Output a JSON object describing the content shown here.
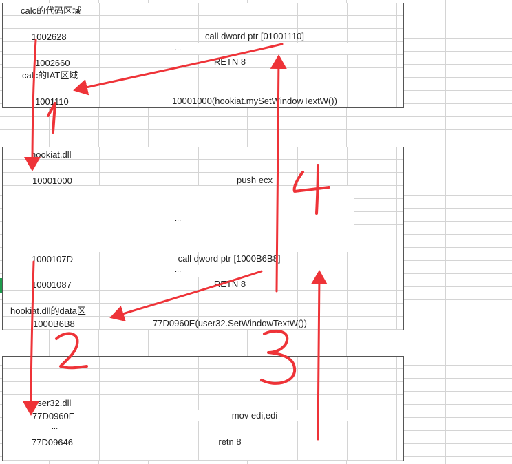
{
  "panel_calc": {
    "title": "calc的代码区域",
    "rows": [
      {
        "addr": "1002628",
        "instr": "call dword ptr [01001110]"
      },
      {
        "ellipsis": "..."
      },
      {
        "addr": "1002660",
        "instr": "RETN 8"
      }
    ],
    "iat_title": "calc的IAT区域",
    "iat_row": {
      "addr": "1001110",
      "value": "10001000(hookiat.mySetWindowTextW())"
    }
  },
  "panel_hook": {
    "title": "hookiat.dll",
    "rows": [
      {
        "addr": "10001000",
        "instr": "push ecx"
      },
      {
        "ellipsis": "..."
      },
      {
        "addr": "1000107D",
        "instr": "call dword ptr [1000B6B8]"
      },
      {
        "ellipsis": "..."
      },
      {
        "addr": "10001087",
        "instr": "RETN 8"
      }
    ],
    "data_title": "hookiat.dll的data区",
    "data_row": {
      "addr": "1000B6B8",
      "value": "77D0960E(user32.SetWindowTextW())"
    }
  },
  "panel_user32": {
    "title": "user32.dll",
    "rows": [
      {
        "addr": "77D0960E",
        "instr": "mov edi,edi"
      },
      {
        "ellipsis": "..."
      },
      {
        "addr": "77D09646",
        "instr": "retn 8"
      }
    ]
  },
  "annotations": {
    "color": "#ee3338",
    "step_numbers": [
      "1",
      "2",
      "3",
      "4"
    ]
  }
}
